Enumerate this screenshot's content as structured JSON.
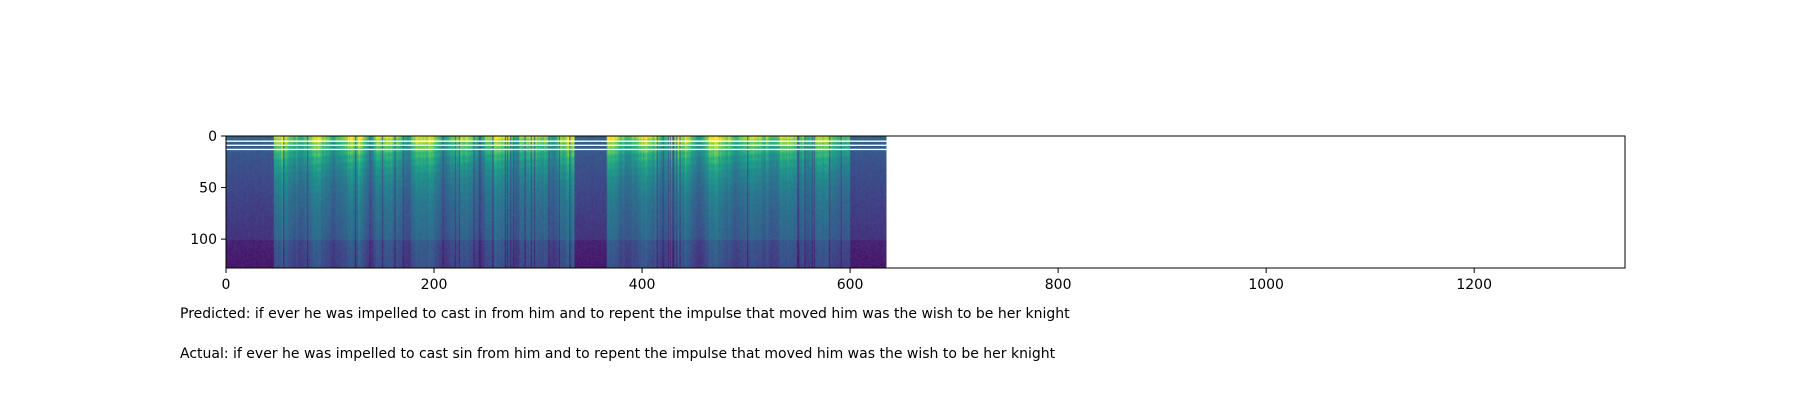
{
  "chart_data": {
    "type": "heatmap",
    "title": "",
    "xlabel": "",
    "ylabel": "",
    "xlim": [
      0,
      1345
    ],
    "ylim": [
      128,
      0
    ],
    "x_ticks": [
      {
        "value": 0,
        "label": "0"
      },
      {
        "value": 200,
        "label": "200"
      },
      {
        "value": 400,
        "label": "400"
      },
      {
        "value": 600,
        "label": "600"
      },
      {
        "value": 800,
        "label": "800"
      },
      {
        "value": 1000,
        "label": "1000"
      },
      {
        "value": 1200,
        "label": "1200"
      }
    ],
    "y_ticks": [
      {
        "value": 0,
        "label": "0"
      },
      {
        "value": 50,
        "label": "50"
      },
      {
        "value": 100,
        "label": "100"
      }
    ],
    "spectrogram_frames": 635,
    "mel_bins": 128,
    "colormap": "viridis",
    "grid": false
  },
  "captions": {
    "predicted": "Predicted: if ever he was impelled to cast in from him and to repent the impulse that moved him was the wish to be her knight",
    "actual": "Actual: if ever he was impelled to cast sin from him and to repent the impulse that moved him was the wish to be her knight"
  }
}
